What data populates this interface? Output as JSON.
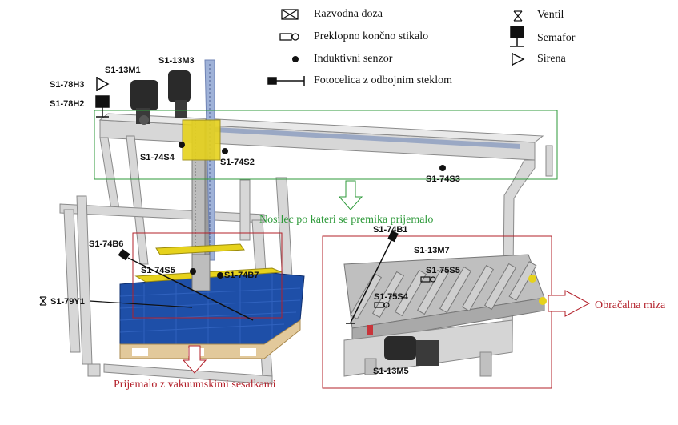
{
  "colors": {
    "green_frame": "#2e9a3a",
    "red_frame": "#b3202a",
    "conveyor_blue": "#1e4fa8",
    "steel_gray": "#c9c9c9",
    "yellow": "#e6d21c",
    "motor_black": "#2a2a2a"
  },
  "legend": [
    {
      "icon": "junction-box-icon",
      "label": "Razvodna doza"
    },
    {
      "icon": "limit-switch-icon",
      "label": "Preklopno končno stikalo"
    },
    {
      "icon": "inductive-sensor-icon",
      "label": "Induktivni senzor"
    },
    {
      "icon": "photocell-icon",
      "label": "Fotocelica z odbojnim steklom"
    },
    {
      "icon": "valve-icon",
      "label": "Ventil"
    },
    {
      "icon": "semaphore-icon",
      "label": "Semafor"
    },
    {
      "icon": "siren-icon",
      "label": "Sirena"
    }
  ],
  "tags": {
    "m1": "S1-13M1",
    "m3": "S1-13M3",
    "h3": "S1-78H3",
    "h2": "S1-78H2",
    "s4": "S1-74S4",
    "s2": "S1-74S2",
    "s3": "S1-74S3",
    "b6": "S1-74B6",
    "s5": "S1-74S5",
    "b7": "S1-74B7",
    "y1": "S1-79Y1",
    "b1": "S1-74B1",
    "m7": "S1-13M7",
    "s75s5": "S1-75S5",
    "s75s4": "S1-75S4",
    "m5": "S1-13M5"
  },
  "captions": {
    "carrier": "Nosilec po kateri se premika prijemalo",
    "table": "Obračalna miza",
    "gripper": "Prijemalo z vakuumskimi sesalkami"
  }
}
